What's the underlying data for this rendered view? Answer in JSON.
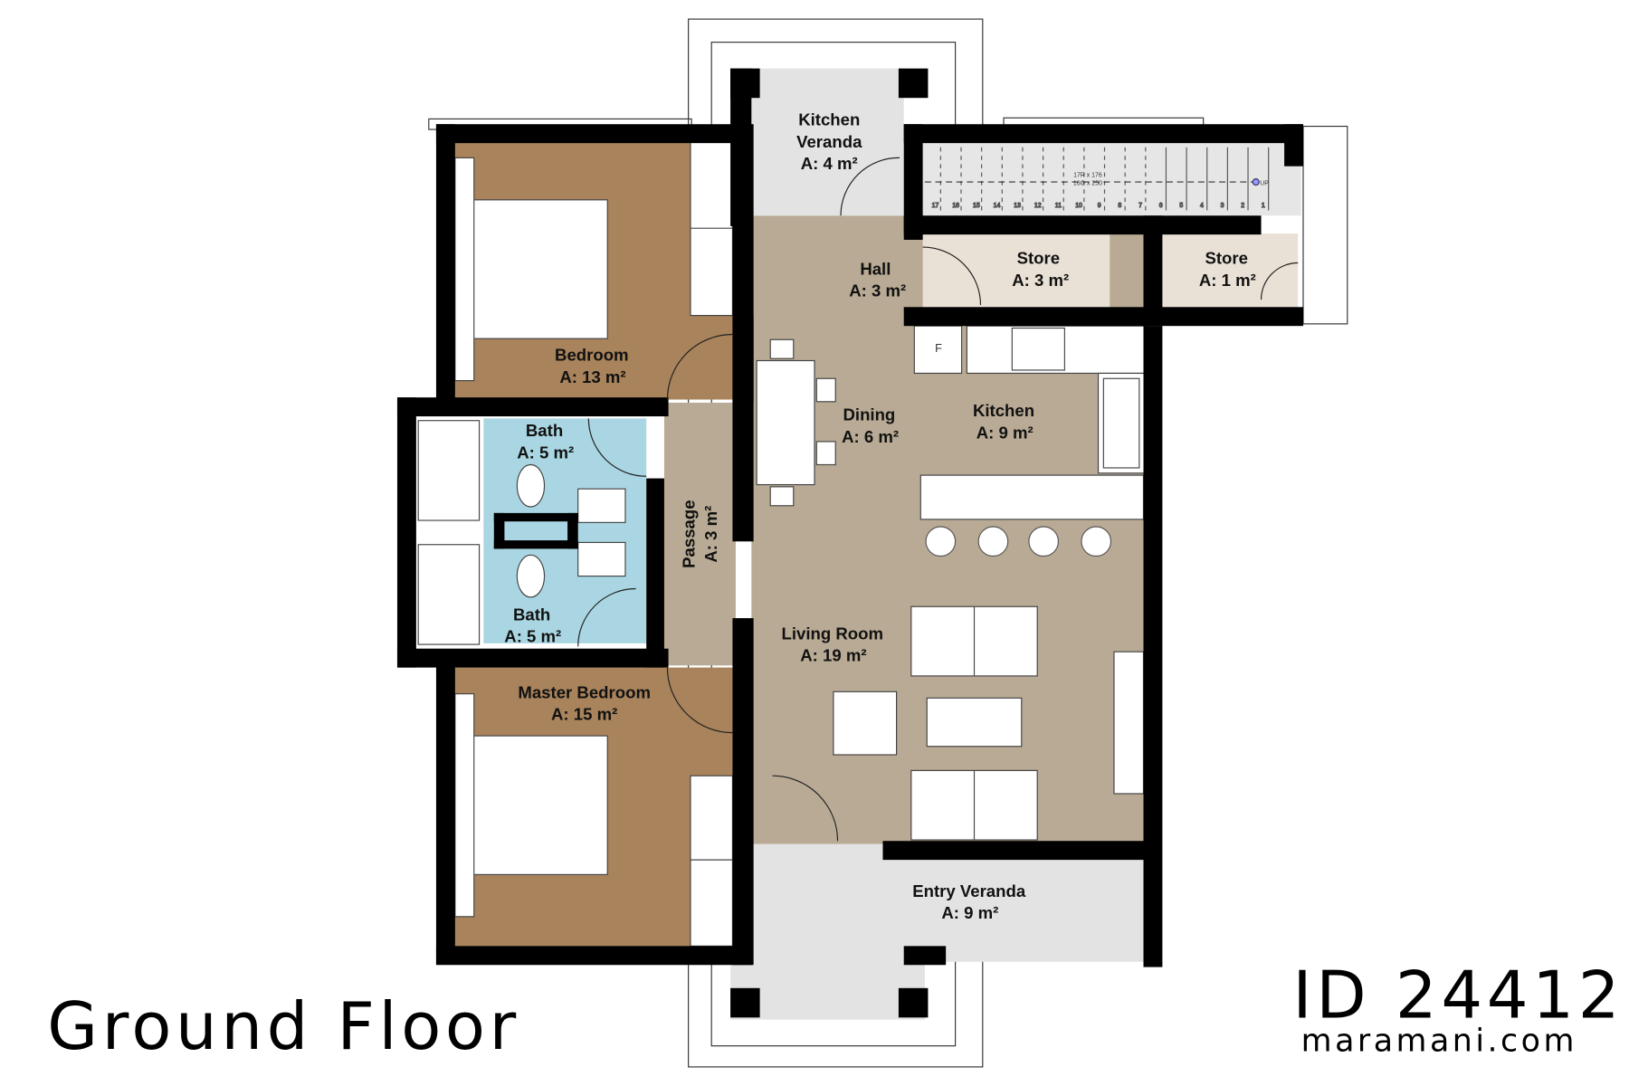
{
  "title": "Ground Floor",
  "plan_id": "ID 24412",
  "website": "maramani.com",
  "colors": {
    "wall": "#000000",
    "wood_dark": "#a8835b",
    "wood_light": "#b8aa94",
    "tile_blue": "#a9d6e2",
    "veranda": "#e3e3e3",
    "store": "#e9e1d5",
    "stair": "#e6e6e6"
  },
  "rooms": [
    {
      "name": "Kitchen",
      "name2": "Veranda",
      "area": "A: 4 m²"
    },
    {
      "name": "Hall",
      "area": "A: 3 m²"
    },
    {
      "name": "Store",
      "area": "A: 3 m²"
    },
    {
      "name": "Store",
      "area": "A: 1 m²"
    },
    {
      "name": "Bedroom",
      "area": "A: 13 m²"
    },
    {
      "name": "Bath",
      "area": "A: 5 m²"
    },
    {
      "name": "Dining",
      "area": "A: 6 m²"
    },
    {
      "name": "Kitchen",
      "area": "A: 9 m²"
    },
    {
      "name": "Passage",
      "area": "A: 3 m²"
    },
    {
      "name": "Bath",
      "area": "A: 5 m²"
    },
    {
      "name": "Living Room",
      "area": "A: 19 m²"
    },
    {
      "name": "Master Bedroom",
      "area": "A: 15 m²"
    },
    {
      "name": "Entry Veranda",
      "area": "A: 9 m²"
    }
  ],
  "stairs": {
    "direction": "UP",
    "risers": "17R x 176",
    "goings": "16G x 250",
    "steps": [
      "17",
      "16",
      "15",
      "14",
      "13",
      "12",
      "11",
      "10",
      "9",
      "8",
      "7",
      "6",
      "5",
      "4",
      "3",
      "2",
      "1"
    ]
  },
  "fridge_label": "F"
}
